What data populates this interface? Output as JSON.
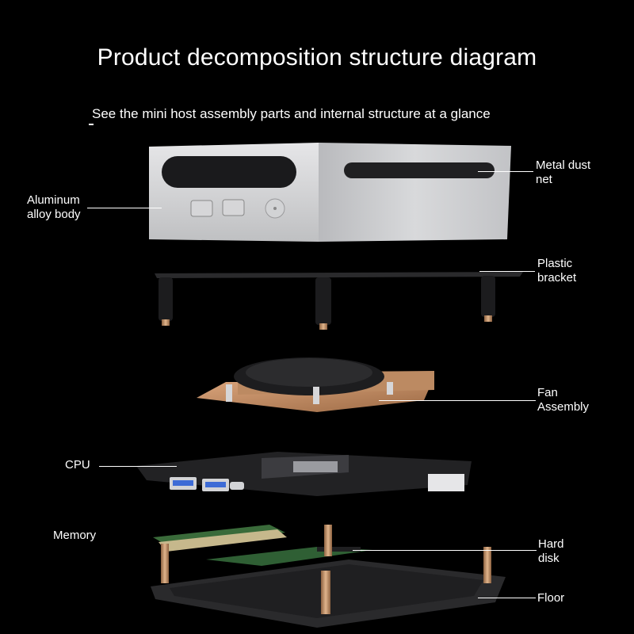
{
  "title": "Product decomposition structure diagram",
  "subtitle": "See the mini host assembly parts and internal structure at a glance",
  "labels": {
    "aluminum": "Aluminum\nalloy body",
    "metal_dust": "Metal dust\nnet",
    "plastic": "Plastic\nbracket",
    "fan": "Fan\nAssembly",
    "cpu": "CPU",
    "memory": "Memory",
    "hard_disk": "Hard\ndisk",
    "floor": "Floor"
  },
  "colors": {
    "background": "#000000",
    "aluminum": "#c9cacc",
    "copper": "#c08a5e"
  }
}
